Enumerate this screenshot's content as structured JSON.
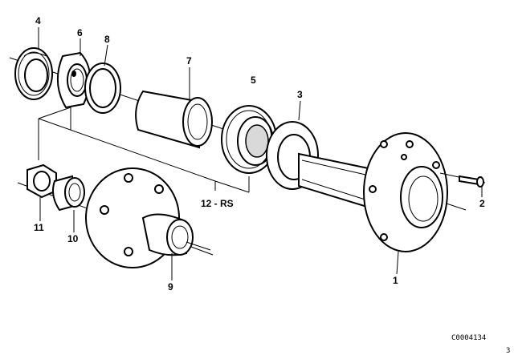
{
  "callouts": {
    "c1": "1",
    "c2": "2",
    "c3": "3",
    "c4": "4",
    "c5": "5",
    "c6": "6",
    "c7": "7",
    "c8": "8",
    "c9": "9",
    "c10": "10",
    "c11": "11",
    "c12": "12 - RS"
  },
  "diagram_code": "C0004134",
  "page_mark": "3"
}
